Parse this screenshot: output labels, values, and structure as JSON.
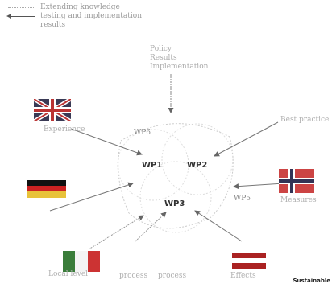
{
  "legend": {
    "line1": "Extending knowledge",
    "line2": "testing and implementation",
    "line3": "results"
  },
  "top_labels": [
    "Policy",
    "Results",
    "Implementation"
  ],
  "labels": {
    "left_top": "Experience",
    "right_top": "Best practice",
    "right_mid": "Measures",
    "wp6": "WP6",
    "wp5": "WP5",
    "wp1": "WP1",
    "wp2": "WP2",
    "wp3": "WP3",
    "bottom_left": "Local level",
    "bottom_mid1": "process",
    "bottom_mid2": "process",
    "bottom_right": "Effects"
  },
  "logo": "Sustainable"
}
